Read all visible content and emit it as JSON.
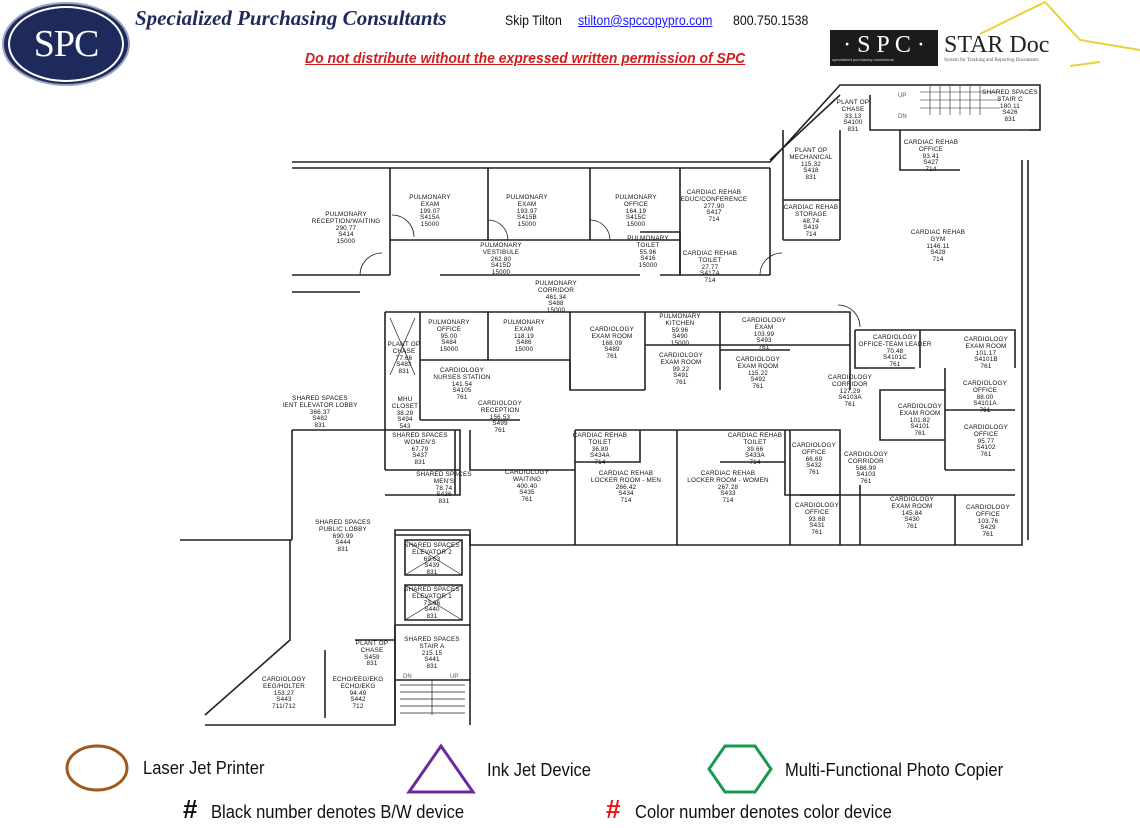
{
  "header": {
    "logo_text": "SPC",
    "company": "Specialized Purchasing Consultants",
    "contact_name": "Skip Tilton",
    "contact_email": "stilton@spccopypro.com",
    "contact_phone": "800.750.1538",
    "warning": "Do not distribute without the expressed written permission of SPC",
    "star_logo": {
      "left": "· S P C ·",
      "right": "STAR Doc",
      "sub": "specialized purchasing consultants",
      "tagline": "System for Tracking and Reporting Documents"
    },
    "colors": {
      "navy": "#1f2a5c",
      "warning_red": "#d21e1e",
      "link_blue": "#1a1aff",
      "star_yellow": "#e8d23a"
    }
  },
  "floorplan": {
    "stair_labels": {
      "up": "UP",
      "dn": "DN"
    },
    "rooms": [
      {
        "label": "PULMONARY\nRECEPTION/WAITING\n290.77\nS414\n15000"
      },
      {
        "label": "PULMONARY\nEXAM\n199.07\nS415A\n15000"
      },
      {
        "label": "PULMONARY\nEXAM\n193.97\nS415B\n15000"
      },
      {
        "label": "PULMONARY\nOFFICE\n164.19\nS415C\n15000"
      },
      {
        "label": "CARDIAC REHAB\nEDUC/CONFERENCE\n277.90\nS417\n714"
      },
      {
        "label": "PLANT OP\nCHASE\n33.13\nS4100\n831"
      },
      {
        "label": "SHARED SPACES\nSTAIR C\n180.11\nS426\n831"
      },
      {
        "label": "PLANT OP\nMECHANICAL\n115.32\nS418\n831"
      },
      {
        "label": "CARDIAC REHAB\nOFFICE\n93.41\nS427\n714"
      },
      {
        "label": "CARDIAC REHAB\nSTORAGE\n48.74\nS419\n714"
      },
      {
        "label": "CARDIAC REHAB\nGYM\n1146.11\nS428\n714"
      },
      {
        "label": "PULMONARY\nVESTIBULE\n262.80\nS415D\n15000"
      },
      {
        "label": "PULMONARY\nTOILET\n55.96\nS416\n15000"
      },
      {
        "label": "CARDIAC REHAB\nTOILET\n27.77\nS417A\n714"
      },
      {
        "label": "PULMONARY\nCORRIDOR\n461.34\nS488\n15000"
      },
      {
        "label": "PULMONARY\nOFFICE\n95.00\nS484\n15000"
      },
      {
        "label": "PULMONARY\nEXAM\n118.19\nS486\n15000"
      },
      {
        "label": "PLANT OP\nCHASE\n77.66\nS483\n831"
      },
      {
        "label": "CARDIOLOGY\nEXAM ROOM\n168.09\nS489\n761"
      },
      {
        "label": "PULMONARY\nKITCHEN\n59.96\nS490\n15000"
      },
      {
        "label": "CARDIOLOGY\nEXAM\n103.99\nS493\n761"
      },
      {
        "label": "CARDIOLOGY\nEXAM ROOM\n99.22\nS491\n761"
      },
      {
        "label": "CARDIOLOGY\nEXAM ROOM\n115.22\nS492\n761"
      },
      {
        "label": "CARDIOLOGY\nOFFICE-TEAM LEADER\n70.48\nS4101C\n761"
      },
      {
        "label": "CARDIOLOGY\nEXAM ROOM\n101.17\nS4101B\n761"
      },
      {
        "label": "CARDIOLOGY\nNURSES STATION\n141.54\nS4105\n761"
      },
      {
        "label": "SHARED SPACES\nIENT ELEVATOR LOBBY\n366.37\nS482\n831"
      },
      {
        "label": "CARDIOLOGY\nCORRIDOR\n127.29\nS4103A\n761"
      },
      {
        "label": "CARDIOLOGY\nOFFICE\n88.00\nS4101A\n761"
      },
      {
        "label": "MHU\nCLOSET\n38.29\nS494\n543"
      },
      {
        "label": "CARDIOLOGY\nRECEPTION\n156.53\nS499\n761"
      },
      {
        "label": "CARDIOLOGY\nEXAM ROOM\n101.82\nS4101\n761"
      },
      {
        "label": "CARDIOLOGY\nOFFICE\n95.77\nS4102\n761"
      },
      {
        "label": "SHARED SPACES\nWOMEN'S\n67.79\nS437\n831"
      },
      {
        "label": "CARDIAC REHAB\nTOILET\n36.89\nS434A\n714"
      },
      {
        "label": "CARDIAC REHAB\nTOILET\n39.66\nS433A\n714"
      },
      {
        "label": "CARDIOLOGY\nOFFICE\n66.69\nS432\n761"
      },
      {
        "label": "CARDIAC REHAB\nLOCKER ROOM - MEN\n266.42\nS434\n714"
      },
      {
        "label": "CARDIAC REHAB\nLOCKER ROOM - WOMEN\n267.28\nS433\n714"
      },
      {
        "label": "CARDIOLOGY\nCORRIDOR\n586.99\nS4103\n761"
      },
      {
        "label": "SHARED SPACES\nMEN'S\n78.74\nS436\n831"
      },
      {
        "label": "CARDIOLOGY\nWAITING\n400.40\nS435\n761"
      },
      {
        "label": "CARDIOLOGY\nEXAM ROOM\n145.84\nS430\n761"
      },
      {
        "label": "CARDIOLOGY\nOFFICE\n93.68\nS431\n761"
      },
      {
        "label": "CARDIOLOGY\nOFFICE\n103.76\nS429\n761"
      },
      {
        "label": "SHARED SPACES\nPUBLIC LOBBY\n690.99\nS444\n831"
      },
      {
        "label": "SHARED SPACES\nELEVATOR 2\n69.63\nS439\n831"
      },
      {
        "label": "SHARED SPACES\nELEVATOR 1\n73.66\nS440\n831"
      },
      {
        "label": "SHARED SPACES\nSTAIR A\n215.15\nS441\n831"
      },
      {
        "label": "PLANT OP\nCHASE\nS459\n831"
      },
      {
        "label": "CARDIOLOGY\nEEG/HOLTER\n153.27\nS443\n711/712"
      },
      {
        "label": "ECHO/EEG/EKG\nECHO/EKG\n94.49\nS442\n712"
      }
    ]
  },
  "legend": {
    "items": [
      {
        "label": "Laser Jet Printer",
        "icon": "circle",
        "color": "#a0581c"
      },
      {
        "label": "Ink Jet Device",
        "icon": "triangle",
        "color": "#6a2c9c"
      },
      {
        "label": "Multi-Functional Photo Copier",
        "icon": "hexagon",
        "color": "#1a9a50"
      }
    ],
    "notes": [
      {
        "symbol": "#",
        "text": "Black number denotes B/W device",
        "color": "#111111"
      },
      {
        "symbol": "#",
        "text": "Color number denotes color device",
        "color": "#ee1111"
      }
    ]
  }
}
